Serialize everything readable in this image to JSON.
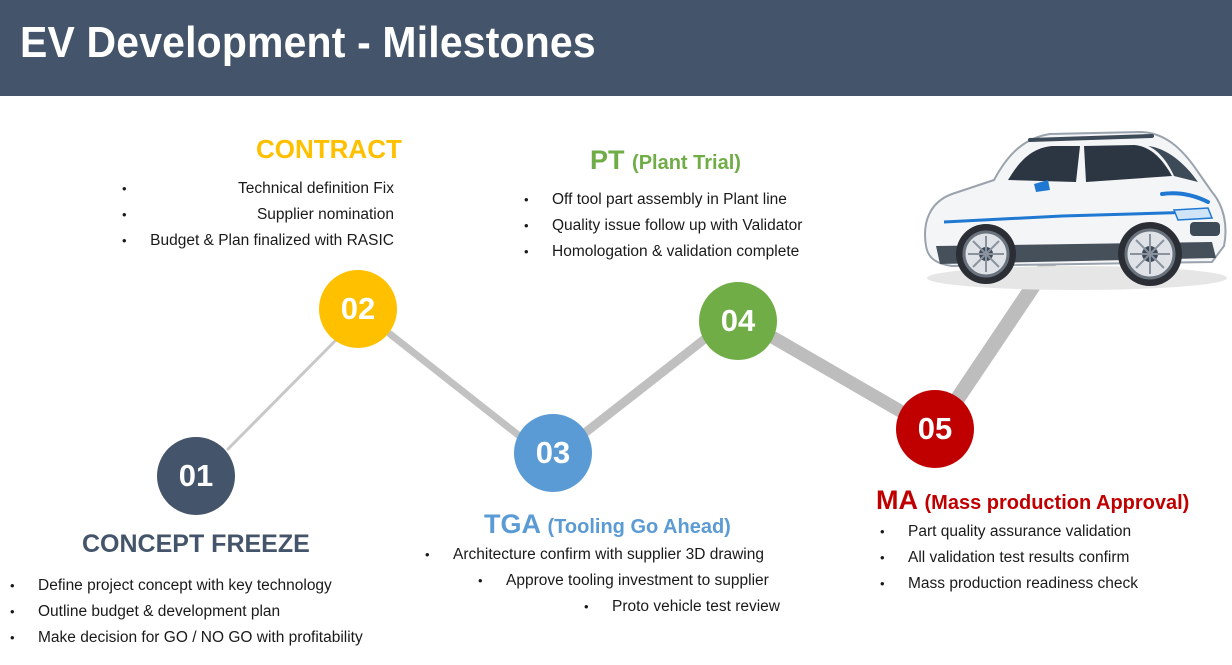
{
  "header": {
    "title": "EV Development - Milestones"
  },
  "colors": {
    "header_bg": "#44546a",
    "m01": "#44546a",
    "m02": "#ffc000",
    "m03": "#5b9bd5",
    "m04": "#70ad47",
    "m05": "#c00000",
    "connector": "#bfbfbf"
  },
  "milestones": [
    {
      "number": "01",
      "title": "CONCEPT FREEZE",
      "subtitle": "",
      "bullets": [
        "Define project concept with key technology",
        "Outline budget & development plan",
        "Make decision for GO / NO GO with profitability"
      ]
    },
    {
      "number": "02",
      "title": "CONTRACT",
      "subtitle": "",
      "bullets": [
        "Technical definition Fix",
        "Supplier nomination",
        "Budget & Plan finalized with RASIC"
      ]
    },
    {
      "number": "03",
      "title": "TGA",
      "subtitle": "(Tooling Go Ahead)",
      "bullets": [
        "Architecture confirm with supplier 3D drawing",
        "Approve tooling investment to supplier",
        "Proto vehicle test review"
      ]
    },
    {
      "number": "04",
      "title": "PT",
      "subtitle": "(Plant Trial)",
      "bullets": [
        "Off tool part assembly in Plant line",
        "Quality issue follow up with Validator",
        "Homologation & validation complete"
      ]
    },
    {
      "number": "05",
      "title": "MA",
      "subtitle": "(Mass production Approval)",
      "bullets": [
        "Part quality assurance validation",
        "All validation test results confirm",
        "Mass production readiness check"
      ]
    }
  ],
  "car_image": "electric-suv-icon"
}
